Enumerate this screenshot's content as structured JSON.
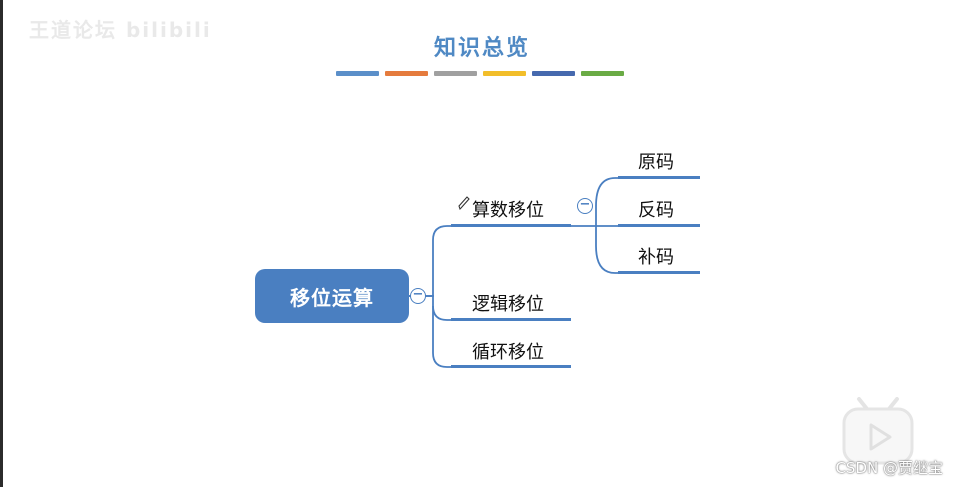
{
  "watermark": "王道论坛 bilibili",
  "title": "知识总览",
  "color_bars": [
    "#5b8fc9",
    "#e57b3d",
    "#a0a0a0",
    "#f2be2a",
    "#4669ae",
    "#6aab45"
  ],
  "root": {
    "label": "移位运算",
    "collapse_symbol": "−"
  },
  "branches": [
    {
      "label": "算数移位",
      "collapse_symbol": "−"
    },
    {
      "label": "逻辑移位"
    },
    {
      "label": "循环移位"
    }
  ],
  "sub_branches": [
    {
      "label": "原码"
    },
    {
      "label": "反码"
    },
    {
      "label": "补码"
    }
  ],
  "footer": {
    "csdn": "CSDN @贾继宝"
  },
  "colors": {
    "accent": "#4a7fc1"
  }
}
